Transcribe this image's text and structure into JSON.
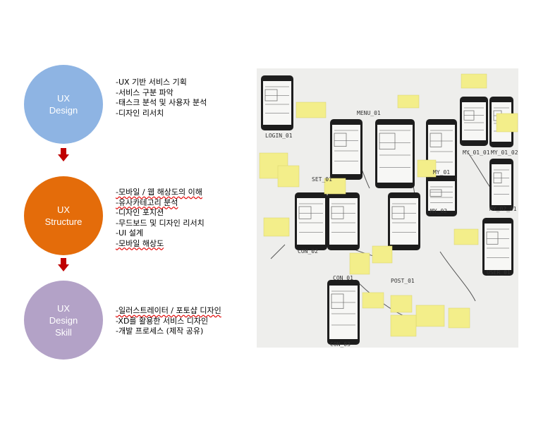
{
  "steps": [
    {
      "label_lines": [
        "UX",
        "Design"
      ],
      "color": "#8eb4e3",
      "items": [
        "-UX 기반 서비스 기획",
        "-서비스 구분 파악",
        "-태스크 분석 및 사용자 분석",
        "-디자인 리서치"
      ]
    },
    {
      "label_lines": [
        "UX",
        "Structure"
      ],
      "color": "#e46c0a",
      "items": [
        "-모바일 / 웹 해상도의 이해",
        "-유사카테고리 분석",
        "-디자인 포지션",
        "-무드보드 및 디자인 리서치",
        "-UI 설계",
        "-모바일 해상도"
      ]
    },
    {
      "label_lines": [
        "UX",
        "Design",
        "Skill"
      ],
      "color": "#b3a2c7",
      "items": [
        "-일러스트레이터 / 포토샵 디자인",
        "-XD를 활용한 서비스 디자인",
        "-개발 프로세스 (제작 공유)"
      ]
    }
  ],
  "arrow_color": "#c00000",
  "photo": {
    "phone_labels": [
      "LOGIN_01",
      "MENU_01",
      "SET_01",
      "MY_01",
      "MY_02",
      "MY_01_01",
      "MY_01_02",
      "MY_02_01",
      "CON_02",
      "CON_01",
      "POST_01",
      "USER_01",
      "CON_03"
    ],
    "note_color": "#f3ee8a"
  }
}
